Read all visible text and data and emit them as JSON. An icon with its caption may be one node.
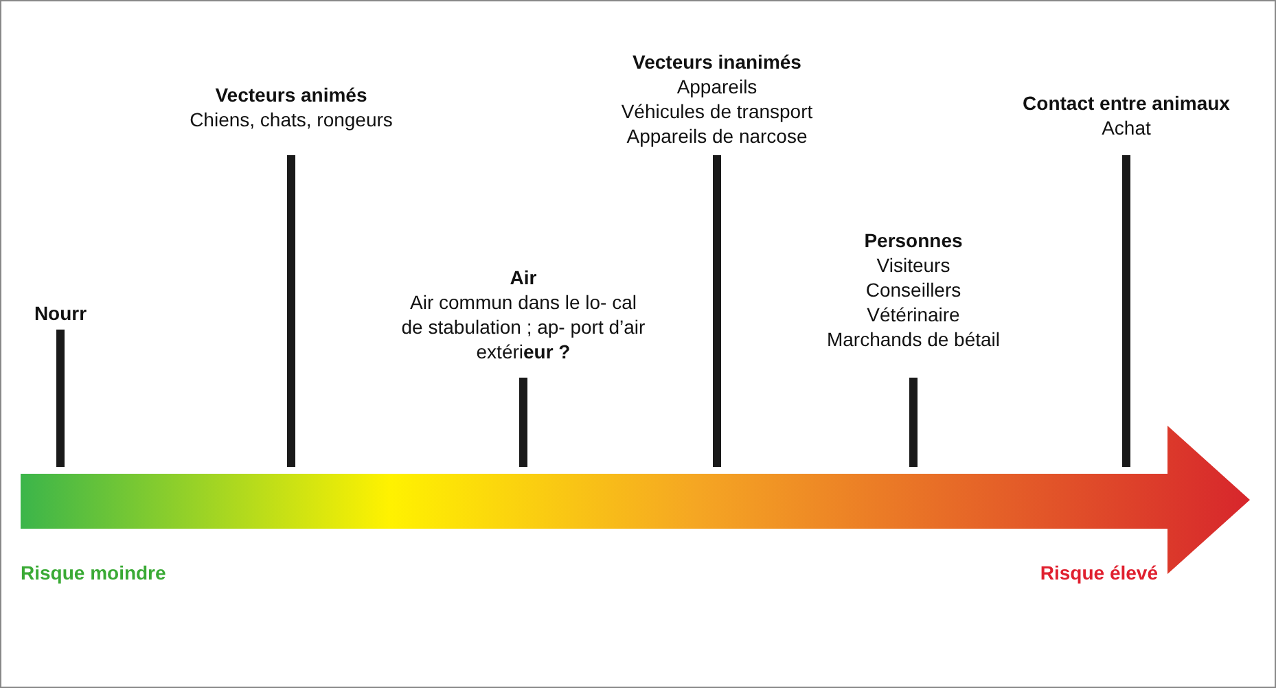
{
  "diagram": {
    "labels": [
      "Nourr",
      "Vecteurs animés",
      "Chiens, chats, rongeurs",
      "Air",
      "Air commun dans le lo- cal de stabulation ; ap- port d’air extéri**eur ?**",
      "Vecteurs inanimés",
      "Appareils",
      "Véhicules de transport",
      "Appareils de narcose",
      "Personnes",
      "Visiteurs",
      "Conseillers",
      "Vétérinaire",
      "Marchands de bétail",
      "Contact entre animaux",
      "Achat",
      "Risque moindre",
      "Risque élevé"
    ]
  }
}
